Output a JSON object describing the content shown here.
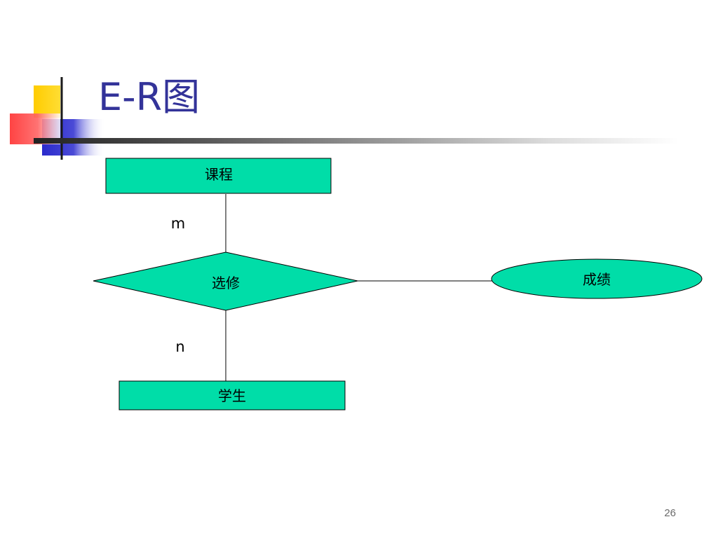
{
  "slide": {
    "title": "E-R图",
    "page_number": "26"
  },
  "diagram": {
    "entities": {
      "course": "课程",
      "student": "学生"
    },
    "relationship": "选修",
    "attribute": "成绩",
    "cardinality": {
      "course_side": "m",
      "student_side": "n"
    }
  },
  "colors": {
    "title": "#333399",
    "shape_fill": "#00DDA8",
    "shape_stroke": "#000000",
    "deco_yellow": "#FFCC00",
    "deco_blue": "#3333CC",
    "deco_red": "#FF3333"
  }
}
